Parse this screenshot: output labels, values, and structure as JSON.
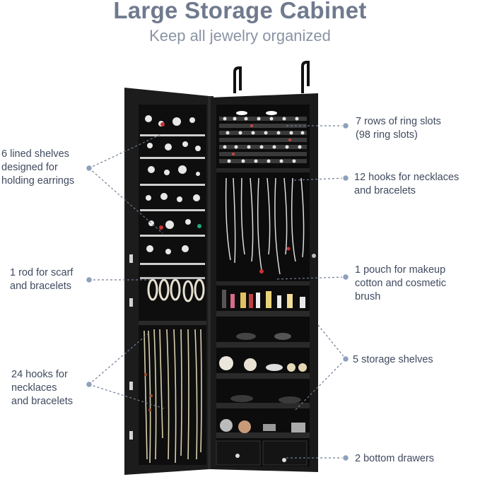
{
  "header": {
    "title": "Large Storage Cabinet",
    "subtitle": "Keep all jewelry organized"
  },
  "callouts": {
    "ring_slots": {
      "line1": "7 rows of ring slots",
      "line2": "(98 ring slots)"
    },
    "hooks_12": {
      "line1": "12 hooks for necklaces",
      "line2": "and bracelets"
    },
    "pouch": {
      "line1": "1 pouch for makeup",
      "line2": "cotton and cosmetic",
      "line3": "brush"
    },
    "storage_shelves": {
      "line1": "5 storage shelves"
    },
    "drawers": {
      "line1": "2 bottom drawers"
    },
    "lined_shelves": {
      "line1": "6 lined shelves",
      "line2": "designed for",
      "line3": "holding earrings"
    },
    "rod": {
      "line1": "1 rod for scarf",
      "line2": "and bracelets"
    },
    "hooks_24": {
      "line1": "24 hooks for",
      "line2": "necklaces",
      "line3": "and bracelets"
    }
  },
  "colors": {
    "cabinet": "#1a1a1a",
    "interior": "#0d0d0d",
    "leader": "#6f7d95",
    "dot": "#8da0bd"
  }
}
